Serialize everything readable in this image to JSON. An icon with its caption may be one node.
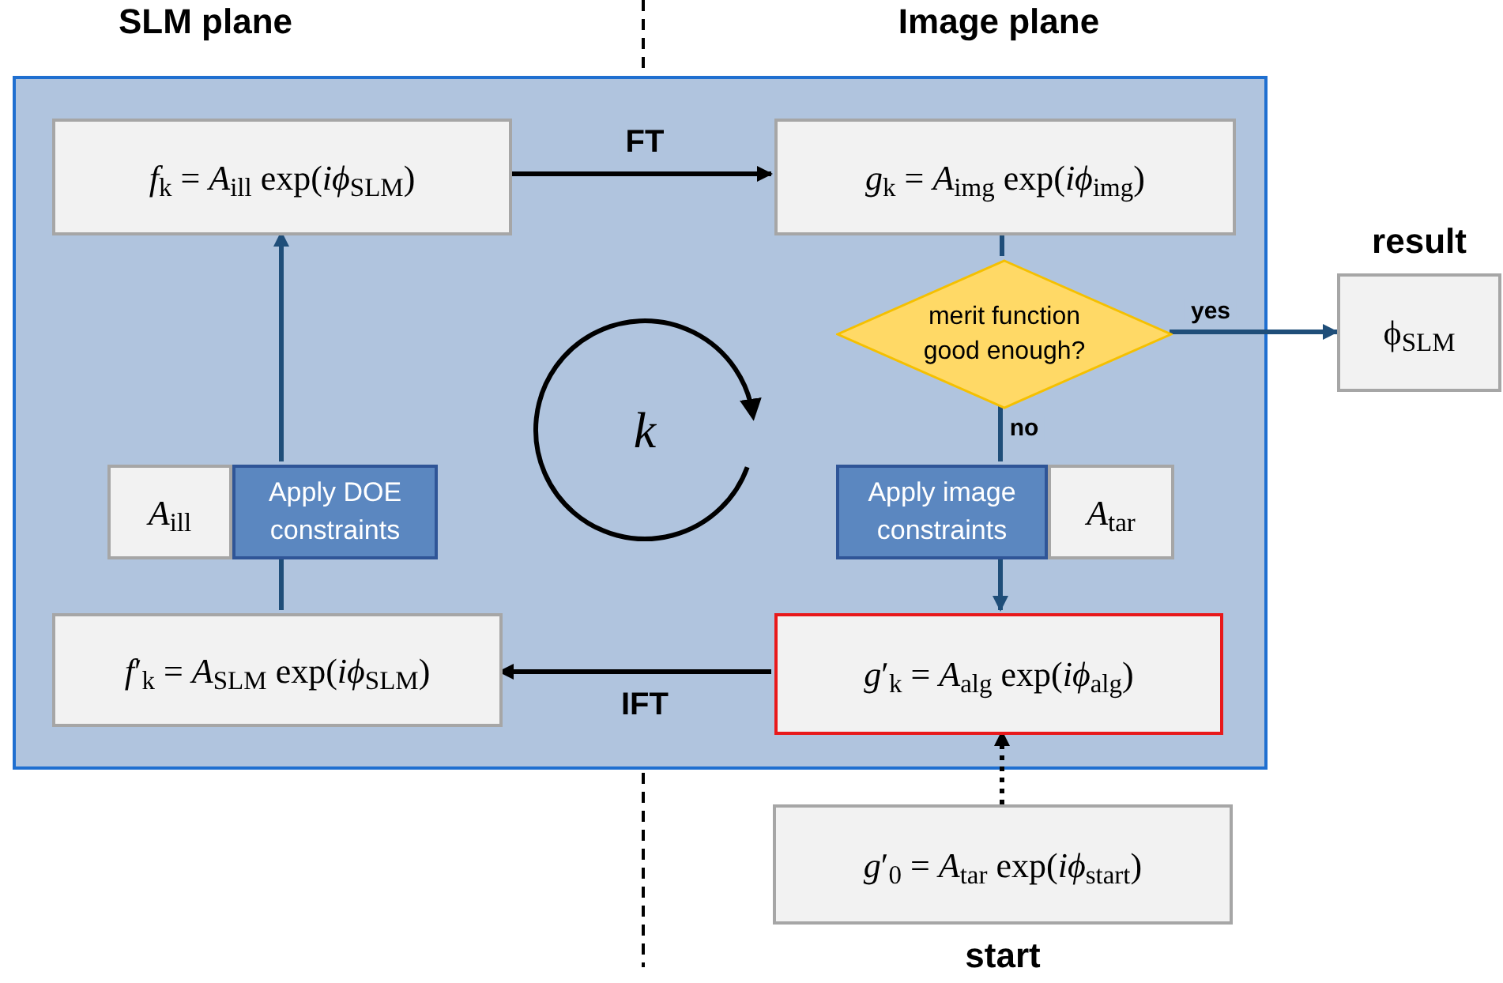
{
  "diagram": {
    "nodes": [
      {
        "text": [],
        "shape": "box"
      },
      {
        "text": [
          "*f*$_{k}$ = *A*$_{ill}$ exp(*iϕ*$_{SLM}$)"
        ],
        "in": 0
      },
      {
        "text": [
          "*g*$_{k}$ = *A*$_{img}$ exp(*iϕ*$_{img}$)"
        ],
        "in": 0
      },
      {
        "text": [
          "merit function good enough?"
        ],
        "in": 0
      },
      {
        "text": [
          "ϕ$_{SLM}$"
        ],
        "beside": [
          "result"
        ]
      },
      {
        "text": [
          "Apply image constraints"
        ],
        "in": 0
      },
      {
        "text": [
          "*A*$_{tar}$"
        ],
        "in": 0
      },
      {
        "text": [
          "*g*′$_{k}$ = *A*$_{alg}$ exp(*iϕ*$_{alg}$)"
        ],
        "in": 0
      },
      {
        "text": [
          "*f*′$_{k}$ = *A*$_{SLM}$ exp(*iϕ*$_{SLM}$)"
        ],
        "in": 0
      },
      {
        "text": [
          "*A*$_{ill}$"
        ],
        "in": 0
      },
      {
        "text": [
          "Apply DOE constraints"
        ],
        "in": 0
      },
      {
        "text": [
          "*g*′$_{0}$ = *A*$_{tar}$ exp(*iϕ*$_{start}$)"
        ],
        "beside": [
          "start"
        ]
      }
    ],
    "edges": [
      {
        "from": 1,
        "to": 2,
        "arrow": "to",
        "label": "FT",
        "color": "#000000"
      },
      {
        "from": 2,
        "to": 3,
        "arrow": "none"
      },
      {
        "from": 3,
        "to": 4,
        "arrow": "to",
        "label": "yes"
      },
      {
        "from": 3,
        "to": 5,
        "arrow": "none",
        "label": "no"
      },
      {
        "from": 5,
        "to": 7,
        "arrow": "to"
      },
      {
        "from": 7,
        "to": 8,
        "arrow": "to",
        "label": "IFT",
        "color": "#000000"
      },
      {
        "from": 8,
        "to": 10,
        "arrow": "none"
      },
      {
        "from": 10,
        "to": 1,
        "arrow": "to"
      },
      {
        "from": 11,
        "to": 7,
        "arrow": "to",
        "style": "dashed",
        "color": "#000000"
      }
    ],
    "labels": [
      "SLM plane",
      "Image plane",
      "k"
    ]
  }
}
